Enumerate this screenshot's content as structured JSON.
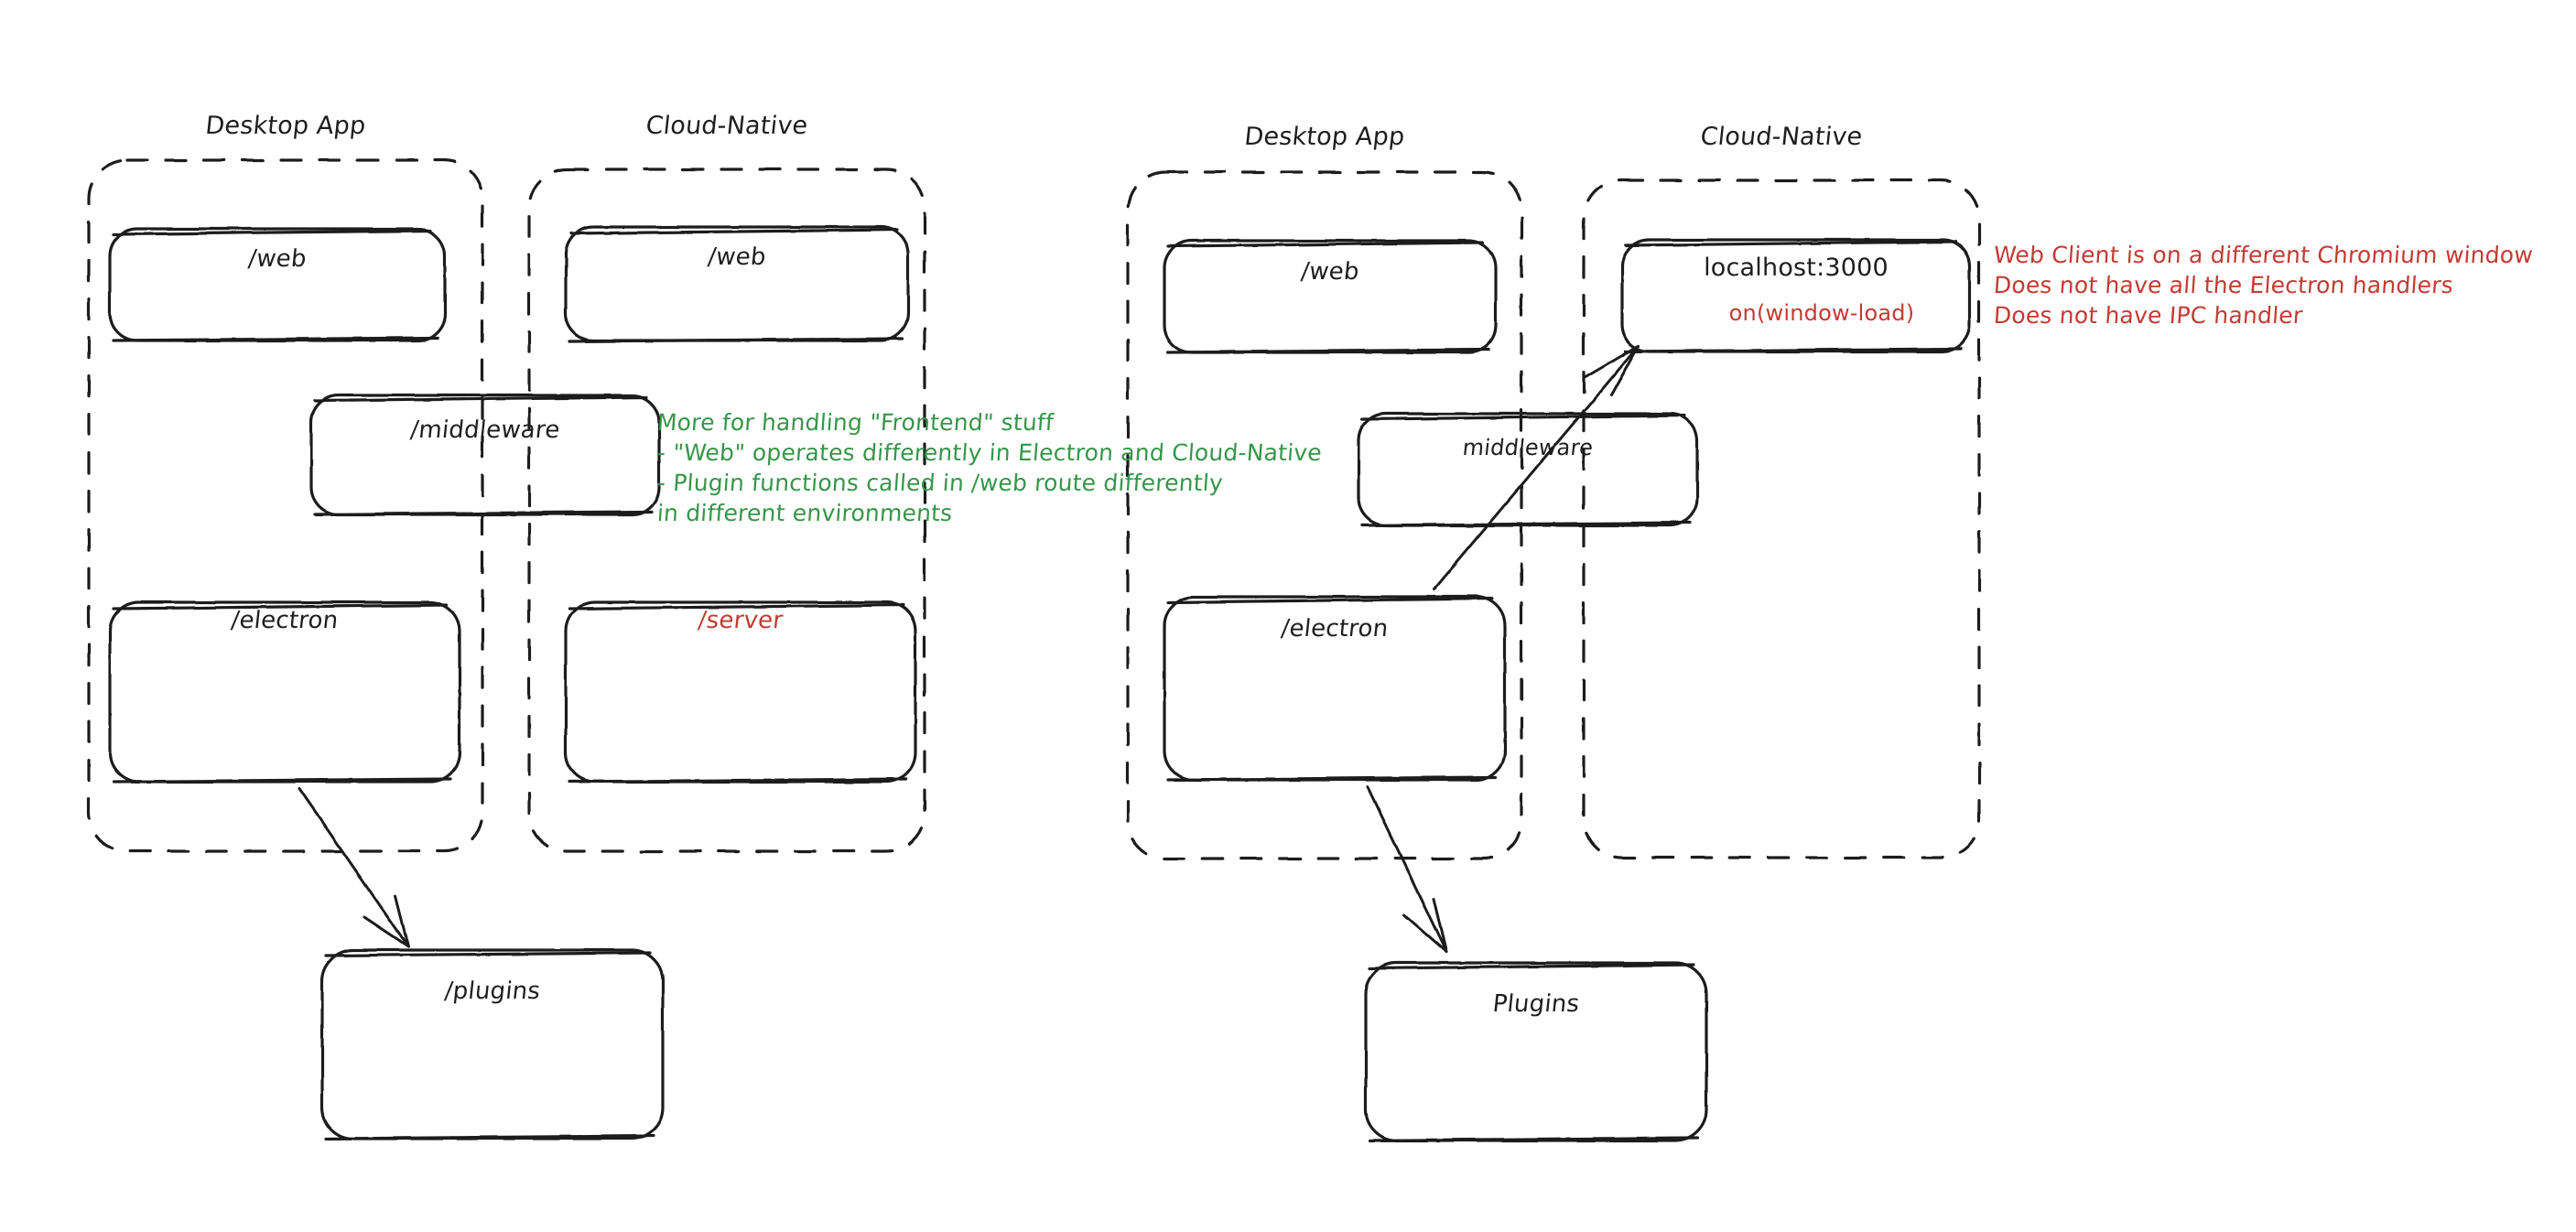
{
  "diagram": {
    "title_left": "Desktop App",
    "title_right": "Cloud-Native",
    "colors": {
      "stroke": "#1e1e1e",
      "green": "#36964a",
      "red": "#c33b33",
      "background": "#ffffff"
    }
  },
  "left_panel": {
    "desktop": {
      "title": "Desktop App",
      "boxes": [
        {
          "label": "/web"
        },
        {
          "label": "/electron"
        }
      ]
    },
    "cloud": {
      "title": "Cloud-Native",
      "boxes": [
        {
          "label": "/web"
        },
        {
          "label": "/server"
        }
      ]
    },
    "middleware": {
      "label": "/middleware"
    },
    "plugins": {
      "label": "/plugins"
    },
    "green_note": {
      "lines": [
        "More for handling \"Frontend\" stuff",
        "- \"Web\" operates differently in Electron and Cloud-Native",
        "- Plugin functions called in /web route differently",
        "in different environments"
      ]
    }
  },
  "right_panel": {
    "desktop": {
      "title": "Desktop App",
      "boxes": [
        {
          "label": "/web"
        },
        {
          "label": "/electron"
        }
      ]
    },
    "cloud": {
      "title": "Cloud-Native",
      "boxes": [
        {
          "label": "localhost:3000",
          "sublabel": "on(window-load)"
        }
      ]
    },
    "middleware": {
      "label": "middleware"
    },
    "plugins": {
      "label": "Plugins"
    },
    "red_note": {
      "lines": [
        "Web Client is on a different Chromium window",
        "Does not have all the Electron handlers",
        "Does not have IPC handler"
      ]
    }
  }
}
